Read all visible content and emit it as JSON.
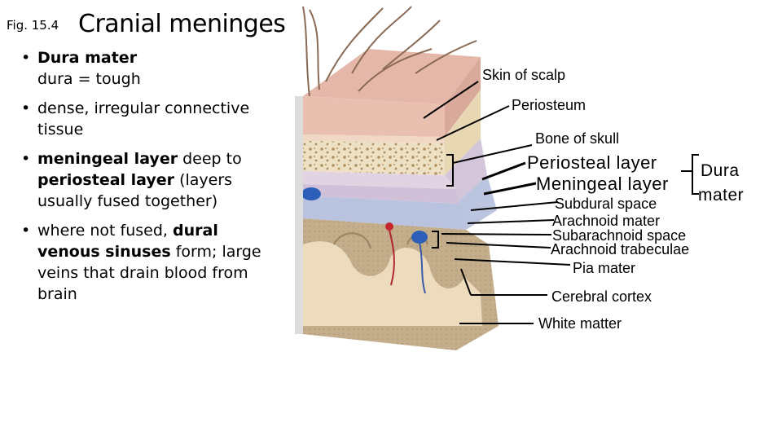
{
  "figure": {
    "number": "Fig. 15.4",
    "title": "Cranial meninges"
  },
  "bullets": [
    {
      "bold": "Dura mater",
      "text": "",
      "line2": "dura = tough"
    },
    {
      "text": "dense, irregular connective tissue"
    },
    {
      "b1": "meningeal layer",
      "t1": " deep to ",
      "b2": "periosteal layer",
      "t2": " (layers usually fused together)"
    },
    {
      "t1": "where not fused, ",
      "b1": "dural venous sinuses",
      "t2": " form; large veins that drain blood from brain"
    }
  ],
  "labels": {
    "skin": "Skin of scalp",
    "periosteum": "Periosteum",
    "bone": "Bone of skull",
    "periosteal_layer": "Periosteal layer",
    "meningeal_layer": "Meningeal layer",
    "dura_1": "Dura",
    "dura_2": "mater",
    "subdural": "Subdural space",
    "arachnoid": "Arachnoid mater",
    "subarachnoid": "Subarachnoid space",
    "trabeculae": "Arachnoid trabeculae",
    "pia": "Pia mater",
    "cortex": "Cerebral cortex",
    "white": "White matter"
  },
  "colors": {
    "skin": "#e9bfb0",
    "bone": "#eee0c2",
    "dura": "#d7c9dd",
    "arachnoid": "#b9c3df",
    "gray_matter": "#c4ad8b",
    "white_matter": "#ecdcbd",
    "vessel_red": "#c4262e",
    "vessel_blue": "#2d5fb8"
  }
}
